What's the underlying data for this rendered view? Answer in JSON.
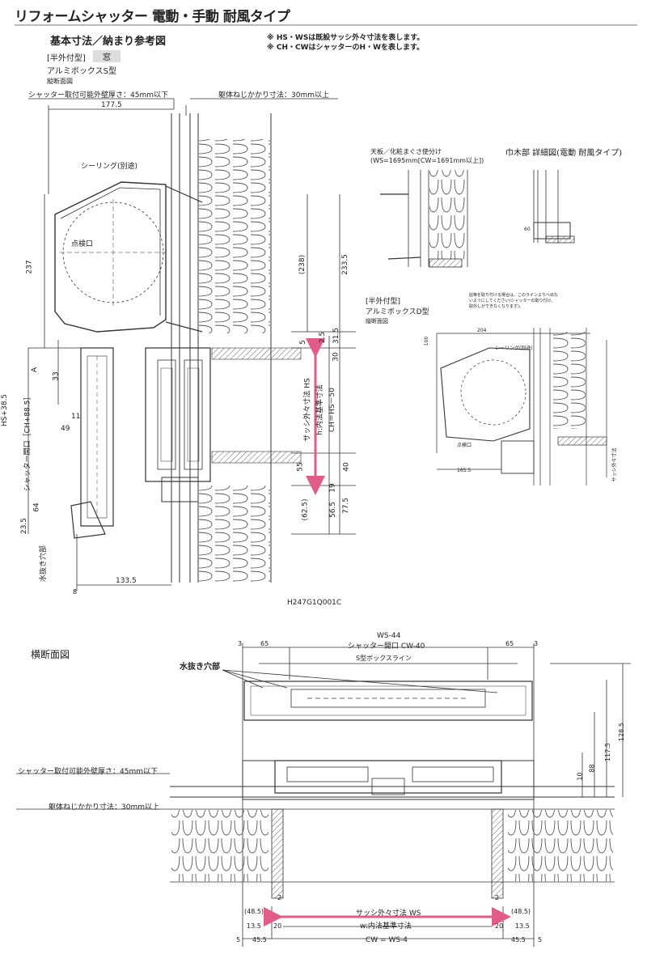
{
  "header": {
    "title": "リフォームシャッター 電動・手動 耐風タイプ",
    "subtitle": "基本寸法／納まり参考図",
    "notes": [
      "※ HS・WSは既設サッシ外々寸法を表します。",
      "※ CH・CWはシャッターのH・Wを表します。"
    ],
    "fitting_type": "[半外付型]",
    "fitting_badge": "窓",
    "box_type": "アルミボックスS型",
    "section_label": "縦断面図"
  },
  "vertical_section": {
    "wall_thickness": "シャッター取付可能外壁厚さ：45mm以下",
    "screw_depth": "躯体ねじかかり寸法：30mm以上",
    "width_dim": "177.5",
    "sealing": "シーリング(別途)",
    "inspection": "点検口",
    "dims_left": [
      "237",
      "33",
      "11",
      "49",
      "HS+38.5",
      "シャッター開口［CH+88.5］",
      "A",
      "64",
      "23.5",
      "8"
    ],
    "dims_right": [
      "(238)",
      "233.5",
      "5",
      "2.5",
      "31.5",
      "30",
      "40",
      "55",
      "19",
      "56.5",
      "77.5",
      "(62.5)"
    ],
    "sash_hs": "サッシ外々寸法 HS",
    "inner_h": "h:内法基準寸法",
    "ch_eq": "CH＝HS－50",
    "drain": "水抜き穴部",
    "bottom_width": "133.5",
    "drawing_code": "H247G1Q001C"
  },
  "detail_top": {
    "label1": "天板／化粧まぐさ使分け",
    "label2": "(WS=1695mm[CW=1691mm以上])",
    "title": "巾木部 詳細図(電動 耐風タイプ)",
    "dim60": "60"
  },
  "detail_d": {
    "fitting": "[半外付型]",
    "box": "アルミボックスD型",
    "section": "縦断面図",
    "note": "庇等を取り付ける場合は、このラインよりへ出ないようにしてください(シャッターの取り付け、取外しができなくなります)。",
    "dim_204": "204",
    "dim_100": "100",
    "sealing": "シーリング(別途)",
    "inspection": "点検口",
    "dim_1655": "165.5",
    "sash": "サッシ外々寸法"
  },
  "horizontal_section": {
    "label": "横断面図",
    "ws44": "WS-44",
    "opening": "シャッター開口 CW-40",
    "d3a": "3",
    "d65a": "65",
    "d65b": "65",
    "d3b": "3",
    "boxline": "S型ボックスライン",
    "drain": "水抜き穴部",
    "d1285": "128.5",
    "d1175": "117.5",
    "d88": "88",
    "d10": "10",
    "wall_thickness": "シャッター取付可能外壁厚さ：45mm以下",
    "screw_depth": "躯体ねじかかり寸法：30mm以上",
    "d2a": "2",
    "d2b": "2",
    "sash_ws": "サッシ外々寸法 WS",
    "d485a": "(48.5)",
    "d485b": "(48.5)",
    "d135a": "13.5",
    "d135b": "13.5",
    "d20a": "20",
    "d20b": "20",
    "inner_w": "w:内法基準寸法",
    "d5a": "5",
    "d5b": "5",
    "d455a": "45.5",
    "d455b": "45.5",
    "cw_eq": "CW = WS-4"
  },
  "colors": {
    "accent_arrow": "#e25c8a",
    "hatch": "#777",
    "insulation": "#555"
  }
}
